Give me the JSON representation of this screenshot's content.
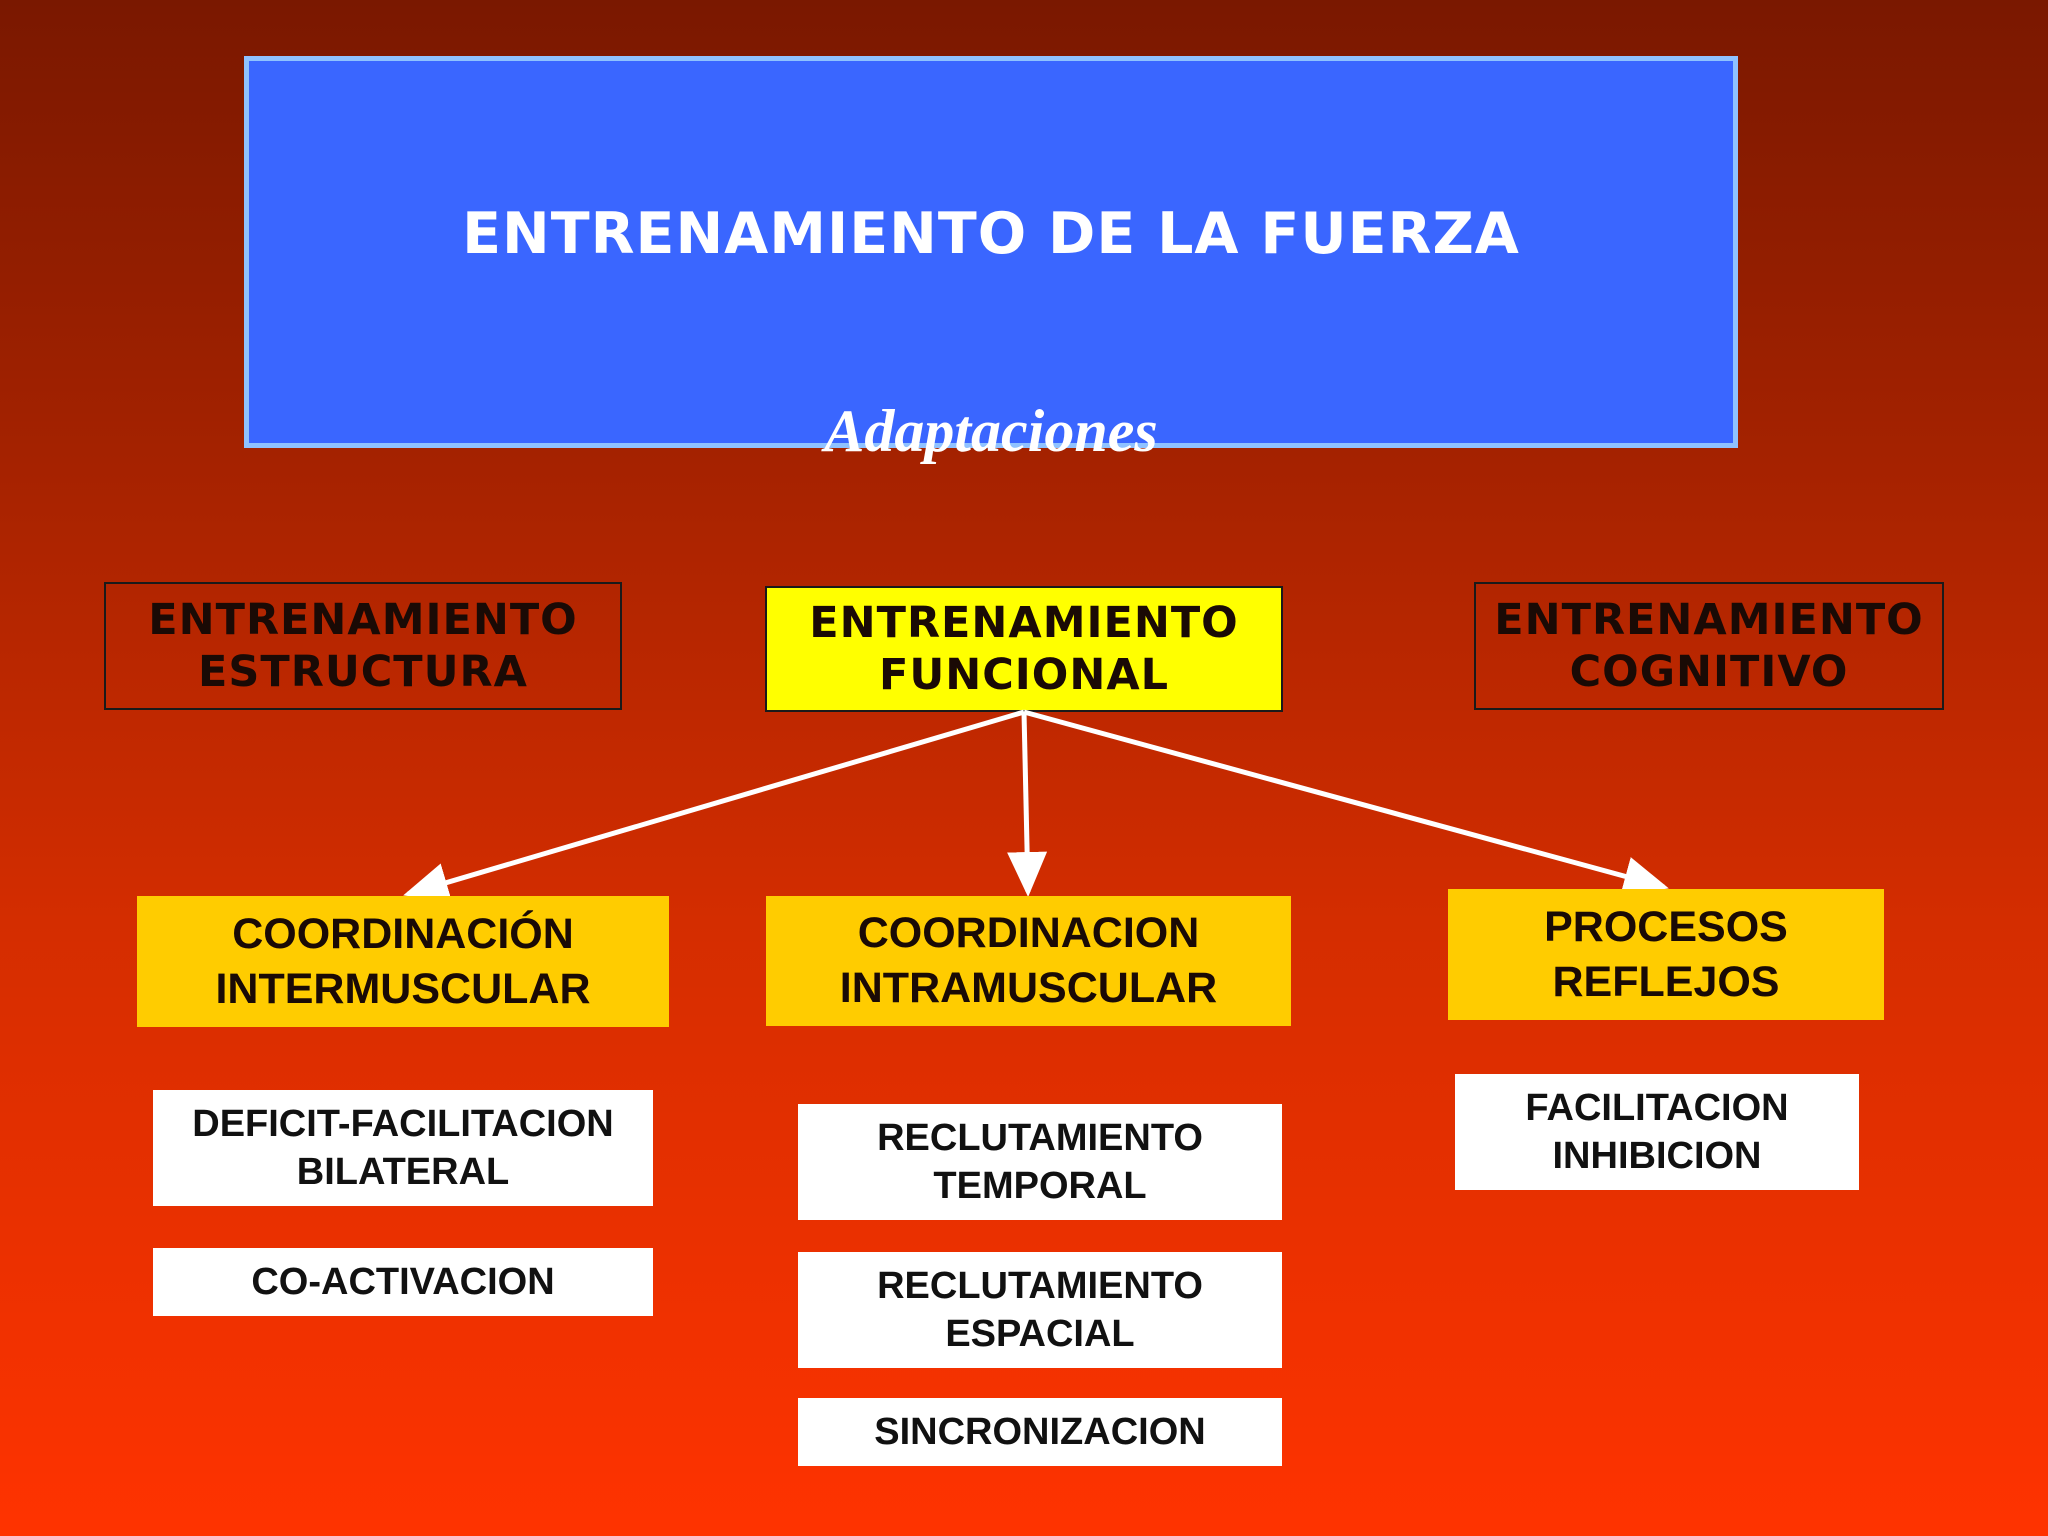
{
  "header": {
    "title": "ENTRENAMIENTO DE LA FUERZA",
    "subtitle": "Adaptaciones"
  },
  "categories": [
    {
      "line1": "ENTRENAMIENTO",
      "line2": "ESTRUCTURA"
    },
    {
      "line1": "ENTRENAMIENTO",
      "line2": "FUNCIONAL"
    },
    {
      "line1": "ENTRENAMIENTO",
      "line2": "COGNITIVO"
    }
  ],
  "subcategories": [
    {
      "line1": "COORDINACIÓN",
      "line2": "INTERMUSCULAR"
    },
    {
      "line1": "COORDINACION",
      "line2": "INTRAMUSCULAR"
    },
    {
      "line1": "PROCESOS",
      "line2": "REFLEJOS"
    }
  ],
  "leaves": {
    "inter": [
      {
        "line1": "DEFICIT-FACILITACION",
        "line2": "BILATERAL"
      },
      {
        "line1": "CO-ACTIVACION"
      }
    ],
    "intra": [
      {
        "line1": "RECLUTAMIENTO",
        "line2": "TEMPORAL"
      },
      {
        "line1": "RECLUTAMIENTO",
        "line2": "ESPACIAL"
      },
      {
        "line1": "SINCRONIZACION"
      }
    ],
    "reflex": [
      {
        "line1": "FACILITACION",
        "line2": "INHIBICION"
      }
    ]
  },
  "colors": {
    "header_bg": "#3a66ff",
    "highlight": "#ffff00",
    "subcategory": "#ffcc00",
    "leaf": "#ffffff",
    "arrow": "#ffffff"
  }
}
